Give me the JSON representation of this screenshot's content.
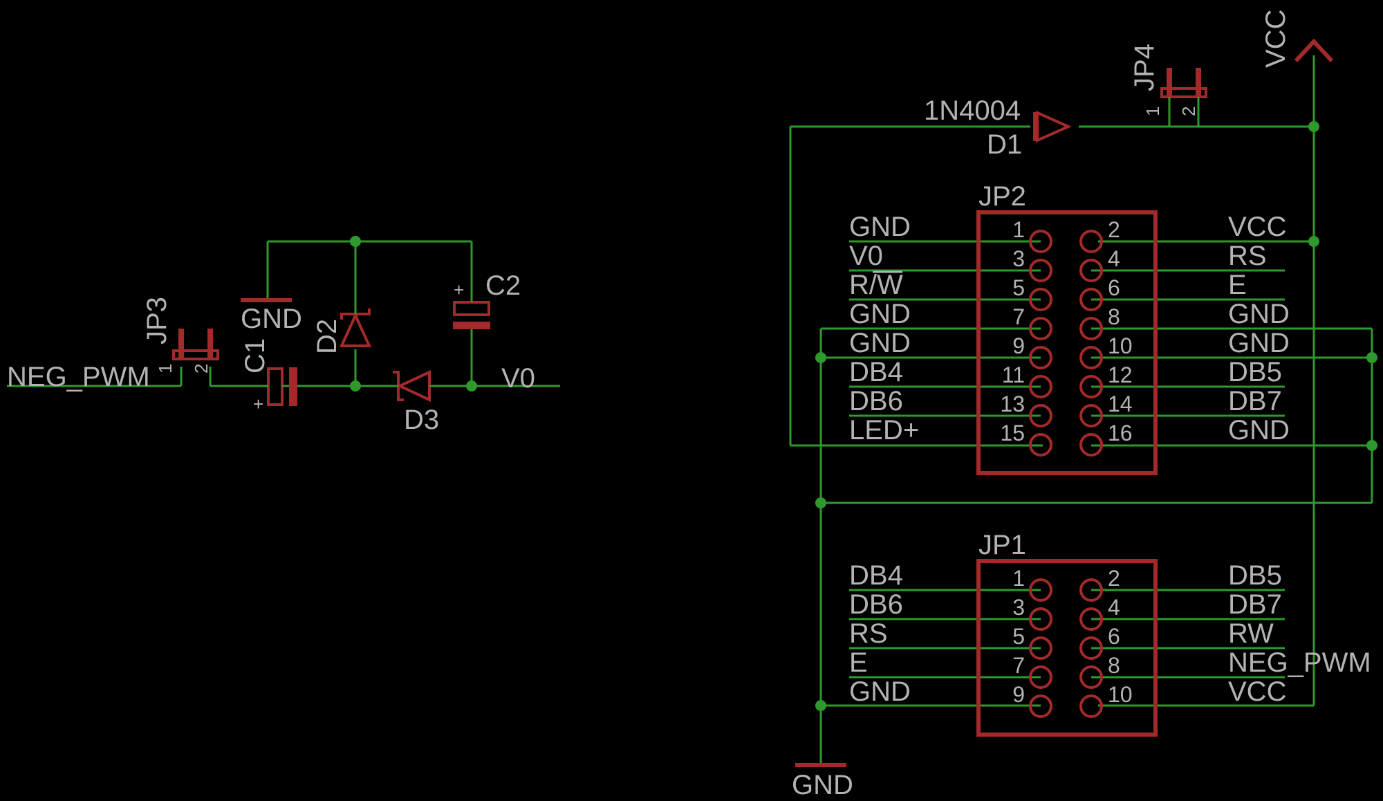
{
  "components": {
    "jp1": "JP1",
    "jp2": "JP2",
    "jp3": "JP3",
    "jp4": "JP4",
    "d1_ref": "D1",
    "d1_value": "1N4004",
    "d2": "D2",
    "d3": "D3",
    "c1": "C1",
    "c2": "C2"
  },
  "jumper_pins": {
    "one": "1",
    "two": "2"
  },
  "polarity": "+",
  "nets": {
    "neg_pwm": "NEG_PWM",
    "v0": "V0",
    "vcc": "VCC",
    "gnd": "GND"
  },
  "jp2_left": [
    {
      "pin": "1",
      "label": "GND"
    },
    {
      "pin": "3",
      "label": "V0"
    },
    {
      "pin": "5",
      "label": "R/W"
    },
    {
      "pin": "7",
      "label": "GND"
    },
    {
      "pin": "9",
      "label": "GND"
    },
    {
      "pin": "11",
      "label": "DB4"
    },
    {
      "pin": "13",
      "label": "DB6"
    },
    {
      "pin": "15",
      "label": "LED+"
    }
  ],
  "jp2_right": [
    {
      "pin": "2",
      "label": "VCC"
    },
    {
      "pin": "4",
      "label": "RS"
    },
    {
      "pin": "6",
      "label": "E"
    },
    {
      "pin": "8",
      "label": "GND"
    },
    {
      "pin": "10",
      "label": "GND"
    },
    {
      "pin": "12",
      "label": "DB5"
    },
    {
      "pin": "14",
      "label": "DB7"
    },
    {
      "pin": "16",
      "label": "GND"
    }
  ],
  "jp1_left": [
    {
      "pin": "1",
      "label": "DB4"
    },
    {
      "pin": "3",
      "label": "DB6"
    },
    {
      "pin": "5",
      "label": "RS"
    },
    {
      "pin": "7",
      "label": "E"
    },
    {
      "pin": "9",
      "label": "GND"
    }
  ],
  "jp1_right": [
    {
      "pin": "2",
      "label": "DB5"
    },
    {
      "pin": "4",
      "label": "DB7"
    },
    {
      "pin": "6",
      "label": "RW"
    },
    {
      "pin": "8",
      "label": "NEG_PWM"
    },
    {
      "pin": "10",
      "label": "VCC"
    }
  ]
}
